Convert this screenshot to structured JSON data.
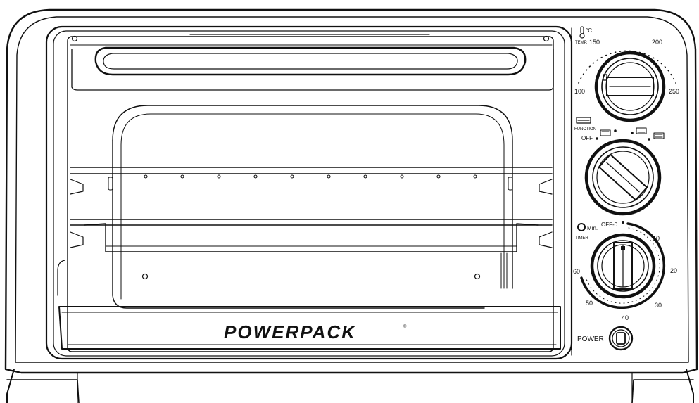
{
  "brand": {
    "name": "POWERPACK",
    "mark": "®"
  },
  "temperature_knob": {
    "icon": "thermometer-icon",
    "unit": "°C",
    "caption": "TEMP.",
    "labels": [
      "100",
      "150",
      "200",
      "250"
    ]
  },
  "function_knob": {
    "icon": "heating-element-icon",
    "caption": "FUNCTION",
    "off_label": "OFF"
  },
  "timer_knob": {
    "icon": "clock-icon",
    "unit": "Min.",
    "caption": "TIMER",
    "off_label": "OFF-0",
    "labels": [
      "10",
      "20",
      "30",
      "40",
      "50",
      "60"
    ]
  },
  "power": {
    "label": "POWER"
  }
}
